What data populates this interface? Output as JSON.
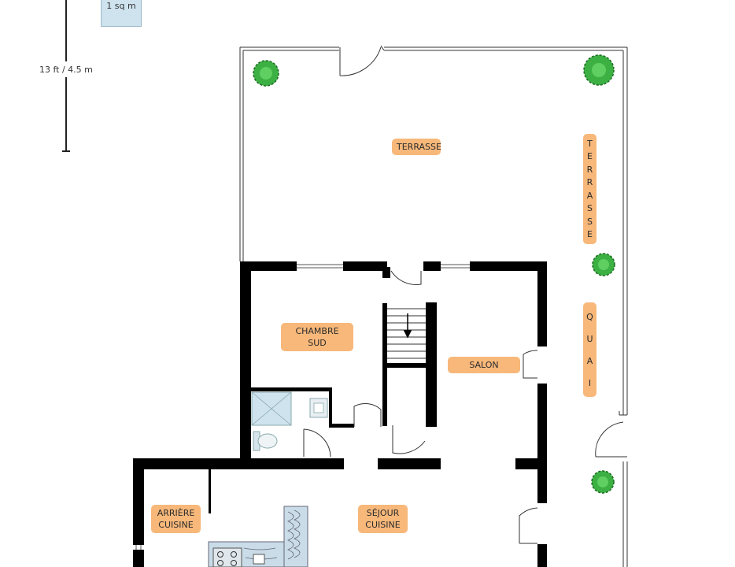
{
  "scale": {
    "area_label": "1 sq m",
    "length_label": "13 ft / 4.5 m"
  },
  "rooms": {
    "terrasse_top": "TERRASSE",
    "terrasse_side_letters": [
      "T",
      "E",
      "R",
      "R",
      "A",
      "S",
      "S",
      "E"
    ],
    "quai_letters": [
      "Q",
      "U",
      "A",
      "I"
    ],
    "chambre_sud": "CHAMBRE SUD",
    "salon": "SALON",
    "arriere_cuisine_line1": "ARRIÈRE",
    "arriere_cuisine_line2": "CUISINE",
    "sejour_line1": "SÉJOUR",
    "sejour_line2": "CUISINE"
  },
  "colors": {
    "label_bg": "#f7b87a",
    "wall": "#000000",
    "plant": "#3cb043",
    "shower": "#cfe3ee",
    "wood": "#c9dce8"
  },
  "icons": [
    "plant-icon",
    "shower-icon",
    "toilet-icon",
    "sink-icon",
    "stove-icon",
    "stairs-arrow-icon"
  ]
}
